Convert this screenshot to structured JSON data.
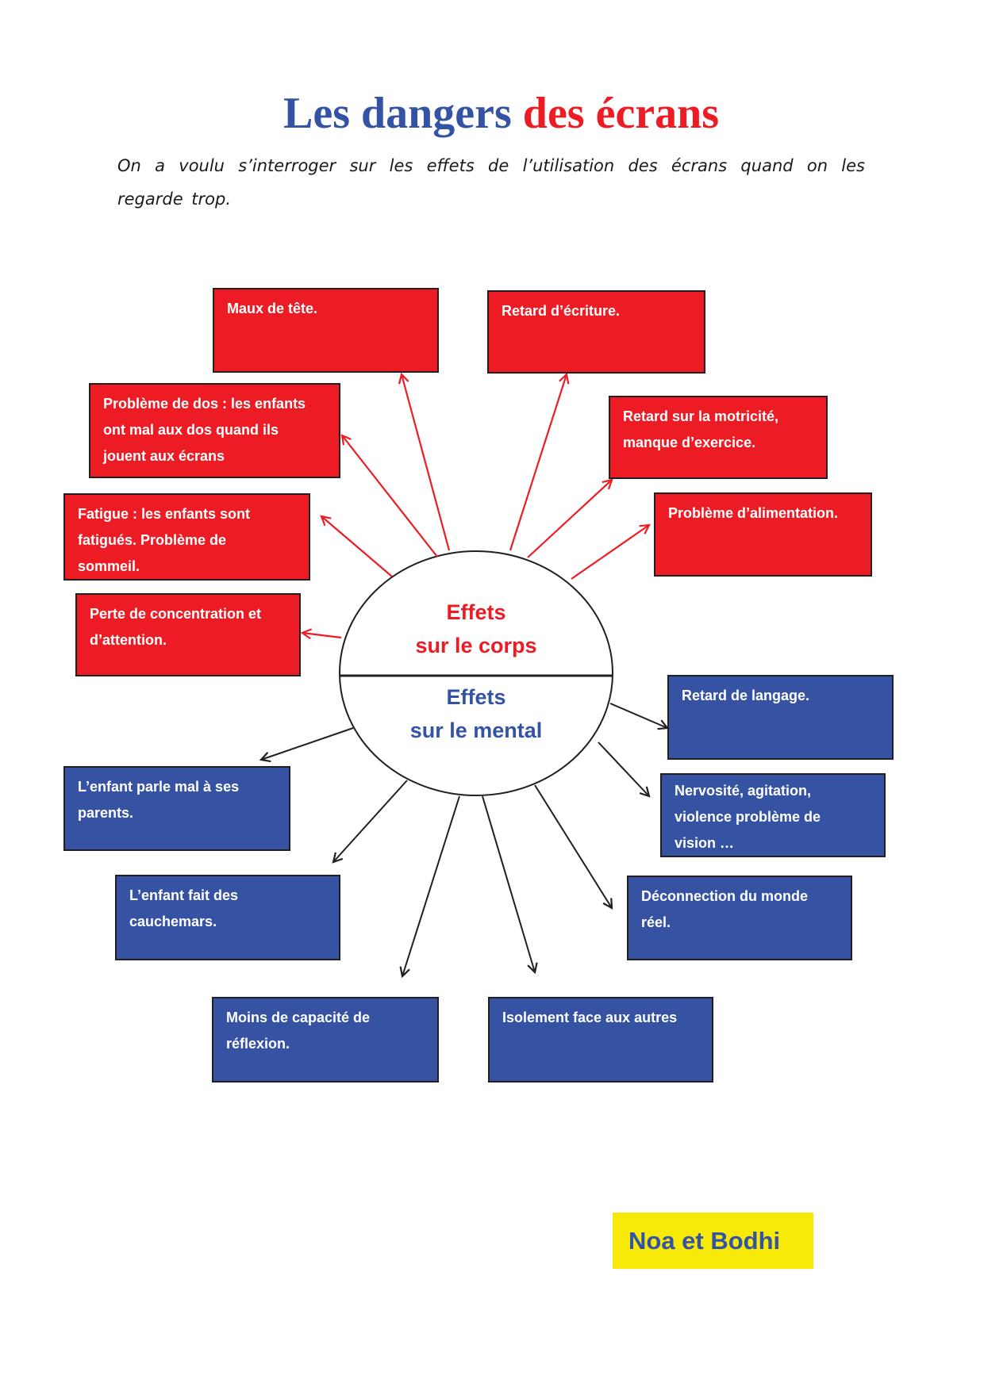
{
  "document": {
    "title_part1": "Les dangers",
    "title_part2": "des écrans",
    "intro": "On a voulu s’interroger sur les effets de l’utilisation des écrans quand on les regarde trop.",
    "authors": "Noa et Bodhi"
  },
  "colors": {
    "body_effects": "#ed1c24",
    "mental_effects": "#3552a3",
    "authors_highlight": "#f7ea08",
    "outline": "#231f20"
  },
  "center": {
    "top_line1": "Effets",
    "top_line2": "sur le corps",
    "bottom_line1": "Effets",
    "bottom_line2": "sur le mental"
  },
  "body_effects": [
    {
      "label": "Maux  de tête."
    },
    {
      "label": "Retard d’écriture."
    },
    {
      "label": "Problème de dos : les enfants ont mal aux dos quand ils jouent aux  écrans"
    },
    {
      "label": "Retard sur la motricité, manque d’exercice."
    },
    {
      "label": "Fatigue : les enfants sont fatigués. Problème de sommeil."
    },
    {
      "label": "Problème d’alimentation."
    },
    {
      "label": "Perte de concentration et d’attention."
    }
  ],
  "mental_effects": [
    {
      "label": "Retard de langage."
    },
    {
      "label": "L’enfant parle mal à ses parents."
    },
    {
      "label": "Nervosité, agitation, violence problème de vision …"
    },
    {
      "label": "L’enfant fait des cauchemars."
    },
    {
      "label": "Déconnection du monde réel."
    },
    {
      "label": "Moins de capacité de réflexion."
    },
    {
      "label": "Isolement face aux autres"
    }
  ]
}
